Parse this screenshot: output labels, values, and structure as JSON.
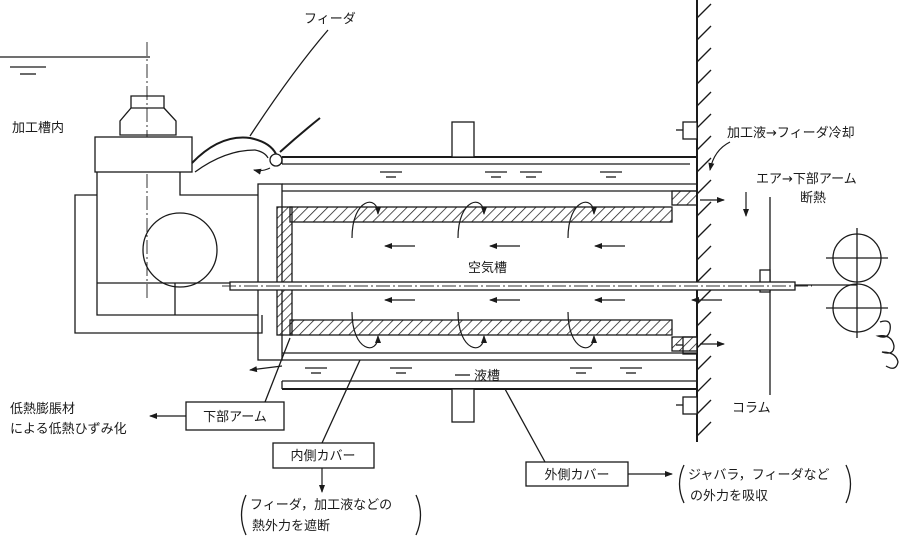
{
  "labels": {
    "feeder": "フィーダ",
    "tank_inside": "加工槽内",
    "coolant": "加工液→フィーダ冷却",
    "air_line1": "エア→下部アーム",
    "air_line2": "断熱",
    "air_chamber": "空気槽",
    "liquid_chamber": "液槽",
    "low_thermal_line1": "低熱膨脹材",
    "low_thermal_line2": "による低熱ひずみ化",
    "lower_arm": "下部アーム",
    "column": "コラム",
    "inner_cover": "内側カバー",
    "outer_cover": "外側カバー",
    "outer_note_line1": "ジャバラ，フィーダなど",
    "outer_note_line2": "の外力を吸収",
    "inner_note_line1": "フィーダ，加工液などの",
    "inner_note_line2": "熱外力を遮断"
  }
}
